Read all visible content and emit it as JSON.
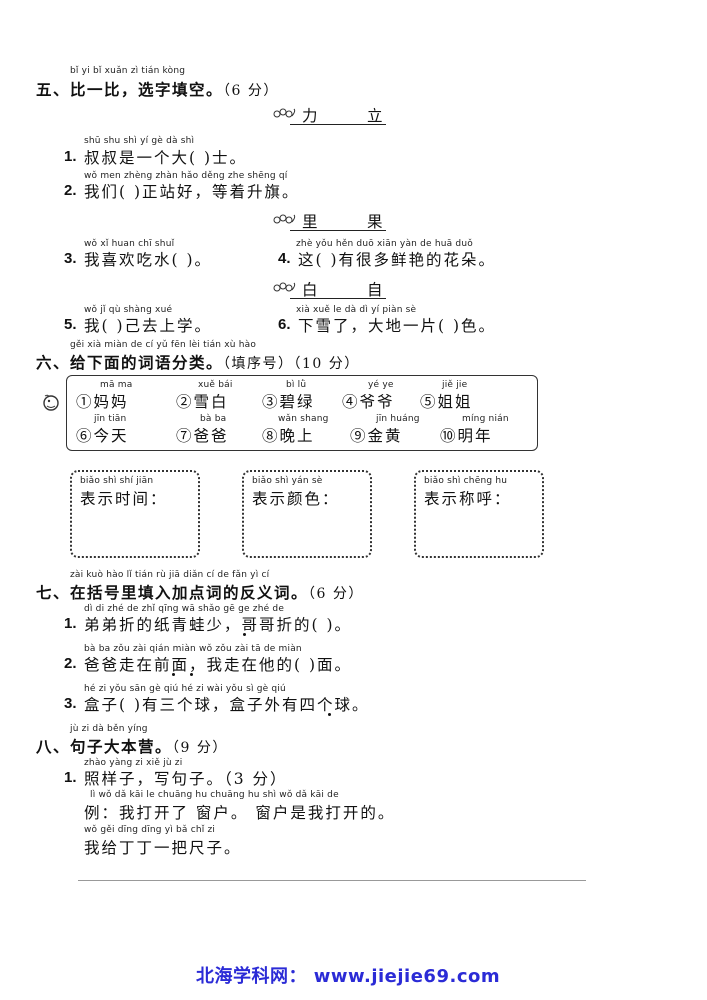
{
  "s5": {
    "title_py": "bǐ yi bǐ   xuǎn zì tián kòng",
    "title": "五、比一比，选字填空。",
    "score": "（6 分）",
    "g1": {
      "a": "力",
      "b": "立"
    },
    "q1_py": "shū shu shì yí gè dà           shì",
    "q1_num": "1.",
    "q1": "叔叔是一个大(    )士。",
    "q2_py": "wǒ men              zhèng zhàn hǎo  děng zhe shēng qí",
    "q2_num": "2.",
    "q2": "我们(    )正站好，等着升旗。",
    "g2": {
      "a": "里",
      "b": "果"
    },
    "q3_py": "wǒ xǐ huan chī shuǐ",
    "q3_num": "3.",
    "q3": "我喜欢吃水(    )。",
    "q4_py": "zhè            yǒu hěn duō xiān yàn de huā duǒ",
    "q4_num": "4.",
    "q4": "这(    )有很多鲜艳的花朵。",
    "g3": {
      "a": "白",
      "b": "自"
    },
    "q5_py": "wǒ            jǐ  qù shàng xué",
    "q5_num": "5.",
    "q5": "我(    )己去上学。",
    "q6_py": "xià xuě  le    dà  dì  yí piàn              sè",
    "q6_num": "6.",
    "q6": "下雪了，大地一片(    )色。"
  },
  "s6": {
    "title_py": "gěi xià miàn de  cí  yǔ fēn lèi      tián xù hào",
    "title": "六、给下面的词语分类。",
    "score": "（填序号）（10 分）",
    "words_row1_py": [
      "mā ma",
      "xuě bái",
      "bì lǜ",
      "yé  ye",
      "jiě  jie"
    ],
    "words_row1": [
      "①妈妈",
      "②雪白",
      "③碧绿",
      "④爷爷",
      "⑤姐姐"
    ],
    "words_row2_py": [
      "jīn tiān",
      "bà  ba",
      "wǎn shang",
      "jīn huáng",
      "míng nián"
    ],
    "words_row2": [
      "⑥今天",
      "⑦爸爸",
      "⑧晚上",
      "⑨金黄",
      "⑩明年"
    ],
    "boxes": [
      {
        "py": "biǎo shì shí jiān",
        "label": "表示时间："
      },
      {
        "py": "biǎo shì yán sè",
        "label": "表示颜色："
      },
      {
        "py": "biǎo shì chēng hu",
        "label": "表示称呼："
      }
    ]
  },
  "s7": {
    "title_py": "zài kuò hào  lǐ tián rù jiā diǎn cí de fǎn yì  cí",
    "title": "七、在括号里填入加点词的反义词。",
    "score": "（6 分）",
    "q1_py": "dì  di zhé de zhǐ qīng wā shǎo    gē ge zhé de",
    "q1_num": "1.",
    "q1": "弟弟折的纸青蛙少，哥哥折的(    )。",
    "q2_py": "bà ba zǒu zài qián miàn   wǒ zǒu zài tā de              miàn",
    "q2_num": "2.",
    "q2": "爸爸走在前面，我走在他的(    )面。",
    "q3_py": "hé  zi             yǒu sān gè qiú    hé  zi wài yǒu sì  gè qiú",
    "q3_num": "3.",
    "q3": "盒子(    )有三个球，盒子外有四个球。"
  },
  "s8": {
    "title_py": "jù  zi dà běn yíng",
    "title": "八、句子大本营。",
    "score": "（9 分）",
    "q1_py": "zhào yàng zi    xiě  jù  zi",
    "q1_num": "1.",
    "q1": "照样子，写句子。（3 分）",
    "ex_py": "lì     wǒ dǎ kāi le chuāng hu       chuāng hu shì wǒ dǎ kāi de",
    "ex": "例：我打开了 窗户。 窗户是我打开的。",
    "task_py": "wǒ gěi dīng dīng yì  bǎ chǐ  zi",
    "task": "我给丁丁一把尺子。"
  },
  "footer": "北海学科网：  www.jiejie69.com",
  "colors": {
    "footer": "#2b2bd6",
    "ink": "#111111"
  }
}
